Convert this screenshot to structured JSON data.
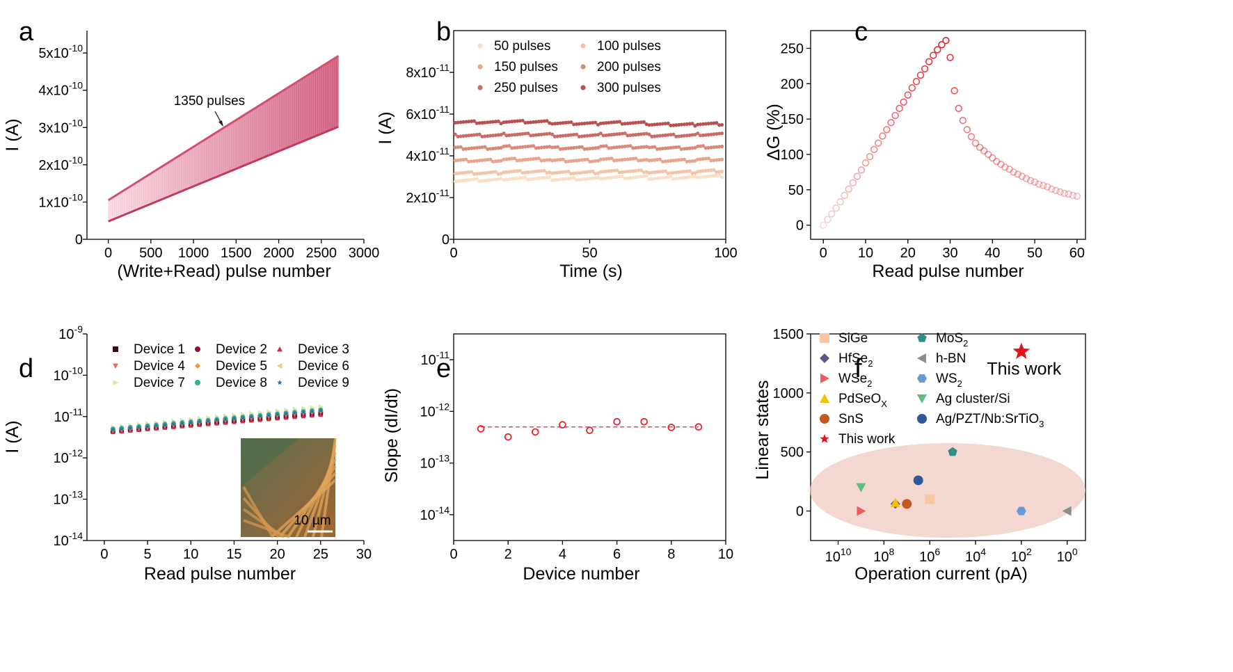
{
  "chart_data": [
    {
      "panel": "a",
      "type": "area",
      "xlabel": "(Write+Read) pulse number",
      "ylabel": "I (A)",
      "xlim": [
        -250,
        3000
      ],
      "ylim": [
        0,
        5.6e-10
      ],
      "xticks": [
        "0",
        "500",
        "1000",
        "1500",
        "2000",
        "2500",
        "3000"
      ],
      "yticks": [
        {
          "v": 0,
          "m": "0"
        },
        {
          "v": 1e-10,
          "m": "1x10",
          "e": "-10"
        },
        {
          "v": 2e-10,
          "m": "2x10",
          "e": "-10"
        },
        {
          "v": 3e-10,
          "m": "3x10",
          "e": "-10"
        },
        {
          "v": 4e-10,
          "m": "4x10",
          "e": "-10"
        },
        {
          "v": 5e-10,
          "m": "5x10",
          "e": "-10"
        }
      ],
      "upper_envelope": {
        "x": [
          0,
          2700
        ],
        "y": [
          1.05e-10,
          4.92e-10
        ]
      },
      "lower_envelope": {
        "x": [
          0,
          2700
        ],
        "y": [
          4.8e-11,
          3.02e-10
        ]
      },
      "annotation": {
        "text": "1350 pulses",
        "x": 1350
      },
      "colors": {
        "start": "#f6c9d6",
        "end": "#c23a5e"
      }
    },
    {
      "panel": "b",
      "type": "scatter",
      "xlabel": "Time (s)",
      "ylabel": "I (A)",
      "xlim": [
        0,
        100
      ],
      "ylim": [
        0,
        1e-10
      ],
      "xticks": [
        "0",
        "50",
        "100"
      ],
      "yticks": [
        {
          "v": 0,
          "m": "0"
        },
        {
          "v": 2e-11,
          "m": "2x10",
          "e": "-11"
        },
        {
          "v": 4e-11,
          "m": "4x10",
          "e": "-11"
        },
        {
          "v": 6e-11,
          "m": "6x10",
          "e": "-11"
        },
        {
          "v": 8e-11,
          "m": "8x10",
          "e": "-11"
        }
      ],
      "series": [
        {
          "name": "50 pulses",
          "y_start": 2.85e-11,
          "y_end": 3e-11,
          "color": "#fadfc6"
        },
        {
          "name": "100 pulses",
          "y_start": 3.2e-11,
          "y_end": 3.25e-11,
          "color": "#f3c4a8"
        },
        {
          "name": "150 pulses",
          "y_start": 3.8e-11,
          "y_end": 3.8e-11,
          "color": "#e8a58d"
        },
        {
          "name": "200 pulses",
          "y_start": 4.4e-11,
          "y_end": 4.4e-11,
          "color": "#d98a7a"
        },
        {
          "name": "250 pulses",
          "y_start": 5e-11,
          "y_end": 5e-11,
          "color": "#c96c66"
        },
        {
          "name": "300 pulses",
          "y_start": 5.65e-11,
          "y_end": 5.5e-11,
          "color": "#b9514f"
        }
      ]
    },
    {
      "panel": "c",
      "type": "scatter",
      "xlabel": "Read pulse number",
      "ylabel": "ΔG (%)",
      "xlim": [
        -3,
        62
      ],
      "ylim": [
        -20,
        275
      ],
      "xticks": [
        "0",
        "10",
        "20",
        "30",
        "40",
        "50",
        "60"
      ],
      "yticks": [
        "0",
        "50",
        "100",
        "150",
        "200",
        "250"
      ],
      "x": [
        0,
        1,
        2,
        3,
        4,
        5,
        6,
        7,
        8,
        9,
        10,
        11,
        12,
        13,
        14,
        15,
        16,
        17,
        18,
        19,
        20,
        21,
        22,
        23,
        24,
        25,
        26,
        27,
        28,
        29,
        30,
        31,
        32,
        33,
        34,
        35,
        36,
        37,
        38,
        39,
        40,
        41,
        42,
        43,
        44,
        45,
        46,
        47,
        48,
        49,
        50,
        51,
        52,
        53,
        54,
        55,
        56,
        57,
        58,
        59,
        60
      ],
      "y": [
        0,
        8,
        16,
        24,
        33,
        42,
        51,
        60,
        69,
        78,
        88,
        97,
        107,
        116,
        126,
        135,
        145,
        155,
        165,
        174,
        184,
        194,
        203,
        212,
        221,
        231,
        240,
        248,
        255,
        261,
        237,
        190,
        165,
        148,
        135,
        125,
        116,
        110,
        105,
        100,
        95,
        90,
        86,
        82,
        79,
        75,
        72,
        69,
        66,
        63,
        61,
        58,
        56,
        54,
        51,
        49,
        47,
        45,
        44,
        42,
        41
      ],
      "color": "#e8202a"
    },
    {
      "panel": "d",
      "type": "scatter",
      "xlabel": "Read pulse number",
      "ylabel": "I (A)",
      "xlim": [
        -2,
        30
      ],
      "ylog": true,
      "ylim_exp": [
        -14,
        -9
      ],
      "xticks": [
        "0",
        "5",
        "10",
        "15",
        "20",
        "25",
        "30"
      ],
      "yticks": [
        {
          "m": "10",
          "e": "-9"
        },
        {
          "m": "10",
          "e": "-10"
        },
        {
          "m": "10",
          "e": "-11"
        },
        {
          "m": "10",
          "e": "-12"
        },
        {
          "m": "10",
          "e": "-13"
        },
        {
          "m": "10",
          "e": "-14"
        }
      ],
      "series": [
        {
          "name": "Device 1",
          "marker": "square",
          "color": "#3d0a17",
          "y_start": 4.5e-12,
          "y_end": 1.2e-11
        },
        {
          "name": "Device 2",
          "marker": "circle",
          "color": "#8c1436",
          "y_start": 4.6e-12,
          "y_end": 1.25e-11
        },
        {
          "name": "Device 3",
          "marker": "triangle-up",
          "color": "#c8304e",
          "y_start": 4.2e-12,
          "y_end": 1.1e-11
        },
        {
          "name": "Device 4",
          "marker": "triangle-down",
          "color": "#ee6450",
          "y_start": 4.5e-12,
          "y_end": 1.3e-11
        },
        {
          "name": "Device 5",
          "marker": "diamond",
          "color": "#f2923d",
          "y_start": 4.8e-12,
          "y_end": 1.35e-11
        },
        {
          "name": "Device 6",
          "marker": "triangle-left",
          "color": "#f8c87c",
          "y_start": 5e-12,
          "y_end": 1.55e-11
        },
        {
          "name": "Device 7",
          "marker": "triangle-right",
          "color": "#cfeaa4",
          "y_start": 5.6e-12,
          "y_end": 1.75e-11
        },
        {
          "name": "Device 8",
          "marker": "circle",
          "color": "#3aa895",
          "y_start": 5e-12,
          "y_end": 1.45e-11
        },
        {
          "name": "Device 9",
          "marker": "star",
          "color": "#2d6ea8",
          "y_start": 4.8e-12,
          "y_end": 1.4e-11
        }
      ],
      "inset": {
        "scale_bar": "10 µm"
      }
    },
    {
      "panel": "e",
      "type": "scatter",
      "xlabel": "Device number",
      "ylabel": "Slope (dI/dt)",
      "xlim": [
        0,
        10
      ],
      "ylog": true,
      "ylim_exp": [
        -14.5,
        -10.5
      ],
      "xticks": [
        "0",
        "2",
        "4",
        "6",
        "8",
        "10"
      ],
      "yticks": [
        {
          "m": "10",
          "e": "-11"
        },
        {
          "m": "10",
          "e": "-12"
        },
        {
          "m": "10",
          "e": "-13"
        },
        {
          "m": "10",
          "e": "-14"
        }
      ],
      "x": [
        1,
        2,
        3,
        4,
        5,
        6,
        7,
        8,
        9
      ],
      "y": [
        4.6e-13,
        3.2e-13,
        4e-13,
        5.5e-13,
        4.3e-13,
        6.3e-13,
        6.3e-13,
        4.9e-13,
        5e-13
      ],
      "mean_line": 5e-13,
      "color": "#e8202a"
    },
    {
      "panel": "f",
      "type": "scatter",
      "xlabel": "Operation current (pA)",
      "ylabel": "Linear states",
      "xlog": true,
      "x_reversed": true,
      "xlim_exp": [
        11.2,
        -0.8
      ],
      "ylim": [
        -250,
        1500
      ],
      "xticks": [
        {
          "m": "10",
          "e": "10"
        },
        {
          "m": "10",
          "e": "8"
        },
        {
          "m": "10",
          "e": "6"
        },
        {
          "m": "10",
          "e": "4"
        },
        {
          "m": "10",
          "e": "2"
        },
        {
          "m": "10",
          "e": "0"
        }
      ],
      "yticks": [
        "0",
        "500",
        "1000",
        "1500"
      ],
      "points": [
        {
          "label": "SiGe",
          "sub": "",
          "marker": "square",
          "color": "#f7c7a4",
          "x_exp": 6.0,
          "y": 100
        },
        {
          "label": "HfSe",
          "sub": "2",
          "marker": "diamond",
          "color": "#5a5a8a",
          "x_exp": 7.5,
          "y": 60
        },
        {
          "label": "WSe",
          "sub": "2",
          "marker": "triangle-right",
          "color": "#ee5a60",
          "x_exp": 9.0,
          "y": 0
        },
        {
          "label": "PdSeO",
          "sub": "X",
          "marker": "triangle-up",
          "color": "#f5c000",
          "x_exp": 7.5,
          "y": 70
        },
        {
          "label": "SnS",
          "sub": "",
          "marker": "circle",
          "color": "#c55a1e",
          "x_exp": 7.0,
          "y": 60
        },
        {
          "label": "This work",
          "sub": "",
          "marker": "star",
          "color": "#e8101a",
          "x_exp": 2.0,
          "y": 1350
        },
        {
          "label": "MoS",
          "sub": "2",
          "marker": "pentagon",
          "color": "#2f8f86",
          "x_exp": 5.0,
          "y": 500
        },
        {
          "label": "h-BN",
          "sub": "",
          "marker": "triangle-left",
          "color": "#8c8c8c",
          "x_exp": 0.0,
          "y": 0
        },
        {
          "label": "WS",
          "sub": "2",
          "marker": "hexagon",
          "color": "#6a9ad6",
          "x_exp": 2.0,
          "y": 0
        },
        {
          "label": "Ag cluster/Si",
          "sub": "",
          "marker": "triangle-down",
          "color": "#5cbf7d",
          "x_exp": 9.0,
          "y": 200
        },
        {
          "label": "Ag/PZT/Nb:SrTiO",
          "sub": "3",
          "marker": "circle",
          "color": "#2c5a96",
          "x_exp": 6.5,
          "y": 260
        }
      ],
      "annotation": {
        "text": "This work"
      }
    }
  ],
  "panel_letters": [
    "a",
    "b",
    "c",
    "d",
    "e",
    "f"
  ]
}
